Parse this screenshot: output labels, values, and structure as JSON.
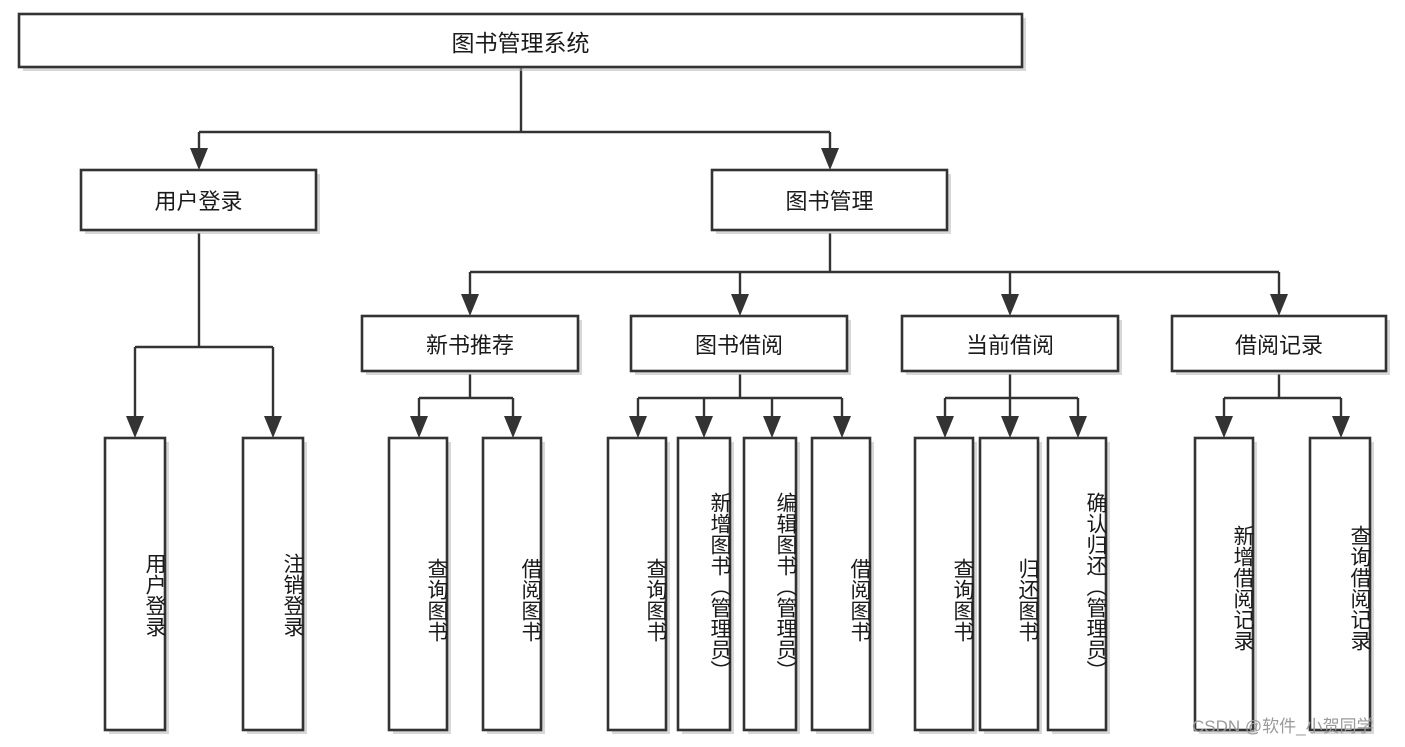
{
  "diagram": {
    "type": "tree",
    "title": "图书管理系统",
    "watermark": "CSDN @软件_小贺同学",
    "colors": {
      "box_fill": "#ffffff",
      "box_stroke": "#333333",
      "connector": "#333333",
      "text": "#1a1a1a",
      "watermark": "#9a9a9a",
      "background": "#ffffff"
    },
    "levels": [
      {
        "level": 1,
        "nodes": [
          {
            "id": "root",
            "label": "图书管理系统",
            "orientation": "horizontal"
          }
        ]
      },
      {
        "level": 2,
        "nodes": [
          {
            "id": "login",
            "label": "用户登录",
            "orientation": "horizontal",
            "parent": "root"
          },
          {
            "id": "bookmgmt",
            "label": "图书管理",
            "orientation": "horizontal",
            "parent": "root"
          }
        ]
      },
      {
        "level": 3,
        "nodes": [
          {
            "id": "newbook",
            "label": "新书推荐",
            "orientation": "horizontal",
            "parent": "bookmgmt"
          },
          {
            "id": "borrow",
            "label": "图书借阅",
            "orientation": "horizontal",
            "parent": "bookmgmt"
          },
          {
            "id": "current",
            "label": "当前借阅",
            "orientation": "horizontal",
            "parent": "bookmgmt"
          },
          {
            "id": "records",
            "label": "借阅记录",
            "orientation": "horizontal",
            "parent": "bookmgmt"
          }
        ]
      },
      {
        "level": 4,
        "nodes": [
          {
            "id": "leaf-1",
            "label": "用户登录",
            "orientation": "vertical",
            "parent": "login"
          },
          {
            "id": "leaf-2",
            "label": "注销登录",
            "orientation": "vertical",
            "parent": "login"
          },
          {
            "id": "leaf-3",
            "label": "查询图书",
            "orientation": "vertical",
            "parent": "newbook"
          },
          {
            "id": "leaf-4",
            "label": "借阅图书",
            "orientation": "vertical",
            "parent": "newbook"
          },
          {
            "id": "leaf-5",
            "label": "查询图书",
            "orientation": "vertical",
            "parent": "borrow"
          },
          {
            "id": "leaf-6",
            "label": "新增图书（管理员）",
            "orientation": "vertical",
            "parent": "borrow"
          },
          {
            "id": "leaf-7",
            "label": "编辑图书（管理员）",
            "orientation": "vertical",
            "parent": "borrow"
          },
          {
            "id": "leaf-8",
            "label": "借阅图书",
            "orientation": "vertical",
            "parent": "borrow"
          },
          {
            "id": "leaf-9",
            "label": "查询图书",
            "orientation": "vertical",
            "parent": "current"
          },
          {
            "id": "leaf-10",
            "label": "归还图书",
            "orientation": "vertical",
            "parent": "current"
          },
          {
            "id": "leaf-11",
            "label": "确认归还（管理员）",
            "orientation": "vertical",
            "parent": "current"
          },
          {
            "id": "leaf-12",
            "label": "新增借阅记录",
            "orientation": "vertical",
            "parent": "records"
          },
          {
            "id": "leaf-13",
            "label": "查询借阅记录",
            "orientation": "vertical",
            "parent": "records"
          }
        ]
      }
    ],
    "edges": [
      {
        "from": "root",
        "to": "login"
      },
      {
        "from": "root",
        "to": "bookmgmt"
      },
      {
        "from": "bookmgmt",
        "to": "newbook"
      },
      {
        "from": "bookmgmt",
        "to": "borrow"
      },
      {
        "from": "bookmgmt",
        "to": "current"
      },
      {
        "from": "bookmgmt",
        "to": "records"
      },
      {
        "from": "login",
        "to": "leaf-1"
      },
      {
        "from": "login",
        "to": "leaf-2"
      },
      {
        "from": "newbook",
        "to": "leaf-3"
      },
      {
        "from": "newbook",
        "to": "leaf-4"
      },
      {
        "from": "borrow",
        "to": "leaf-5"
      },
      {
        "from": "borrow",
        "to": "leaf-6"
      },
      {
        "from": "borrow",
        "to": "leaf-7"
      },
      {
        "from": "borrow",
        "to": "leaf-8"
      },
      {
        "from": "current",
        "to": "leaf-9"
      },
      {
        "from": "current",
        "to": "leaf-10"
      },
      {
        "from": "current",
        "to": "leaf-11"
      },
      {
        "from": "records",
        "to": "leaf-12"
      },
      {
        "from": "records",
        "to": "leaf-13"
      }
    ]
  }
}
